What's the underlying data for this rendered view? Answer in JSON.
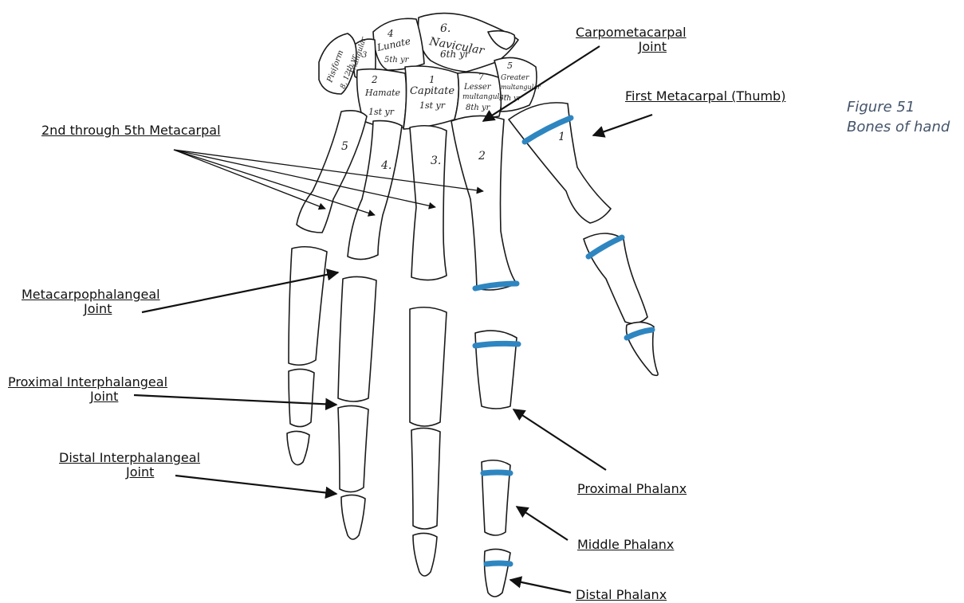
{
  "caption": {
    "line1": "Figure 51",
    "line2": "Bones of hand",
    "color": "#44546a"
  },
  "labels": {
    "carpometacarpal_1": "Carpometacarpal",
    "carpometacarpal_2": "Joint",
    "first_metacarpal": "First Metacarpal (Thumb)",
    "metacarpals_2_5": "2nd through 5th Metacarpal",
    "mcp_1": "Metacarpophalangeal",
    "mcp_2": "Joint",
    "pip_1": "Proximal Interphalangeal",
    "pip_2": "Joint",
    "dip_1": "Distal Interphalangeal",
    "dip_2": "Joint",
    "proximal_phalanx": "Proximal Phalanx",
    "middle_phalanx": "Middle Phalanx",
    "distal_phalanx": "Distal Phalanx"
  },
  "carpals": {
    "navicular": [
      "6.",
      "Navicular",
      "6th yr"
    ],
    "lunate": [
      "4",
      "Lunate",
      "5th yr"
    ],
    "triangular": [
      "3",
      "Triangular",
      "3rd yr"
    ],
    "pisiform": [
      "Pisiform",
      "8, 12th yr"
    ],
    "hamate": [
      "2",
      "Hamate",
      "1st yr"
    ],
    "capitate": [
      "1",
      "Capitate",
      "1st yr"
    ],
    "lesser_multangular": [
      "7",
      "Lesser",
      "multangular",
      "8th yr"
    ],
    "greater_multangular": [
      "5",
      "Greater",
      "multangular",
      "5th yr"
    ]
  },
  "metacarpal_numbers": [
    "5",
    "4.",
    "3.",
    "2",
    "1"
  ],
  "colors": {
    "growth_plate": "#2e86c1",
    "bone_fill": "#ffffff",
    "bone_outline": "#1a1a1a"
  }
}
